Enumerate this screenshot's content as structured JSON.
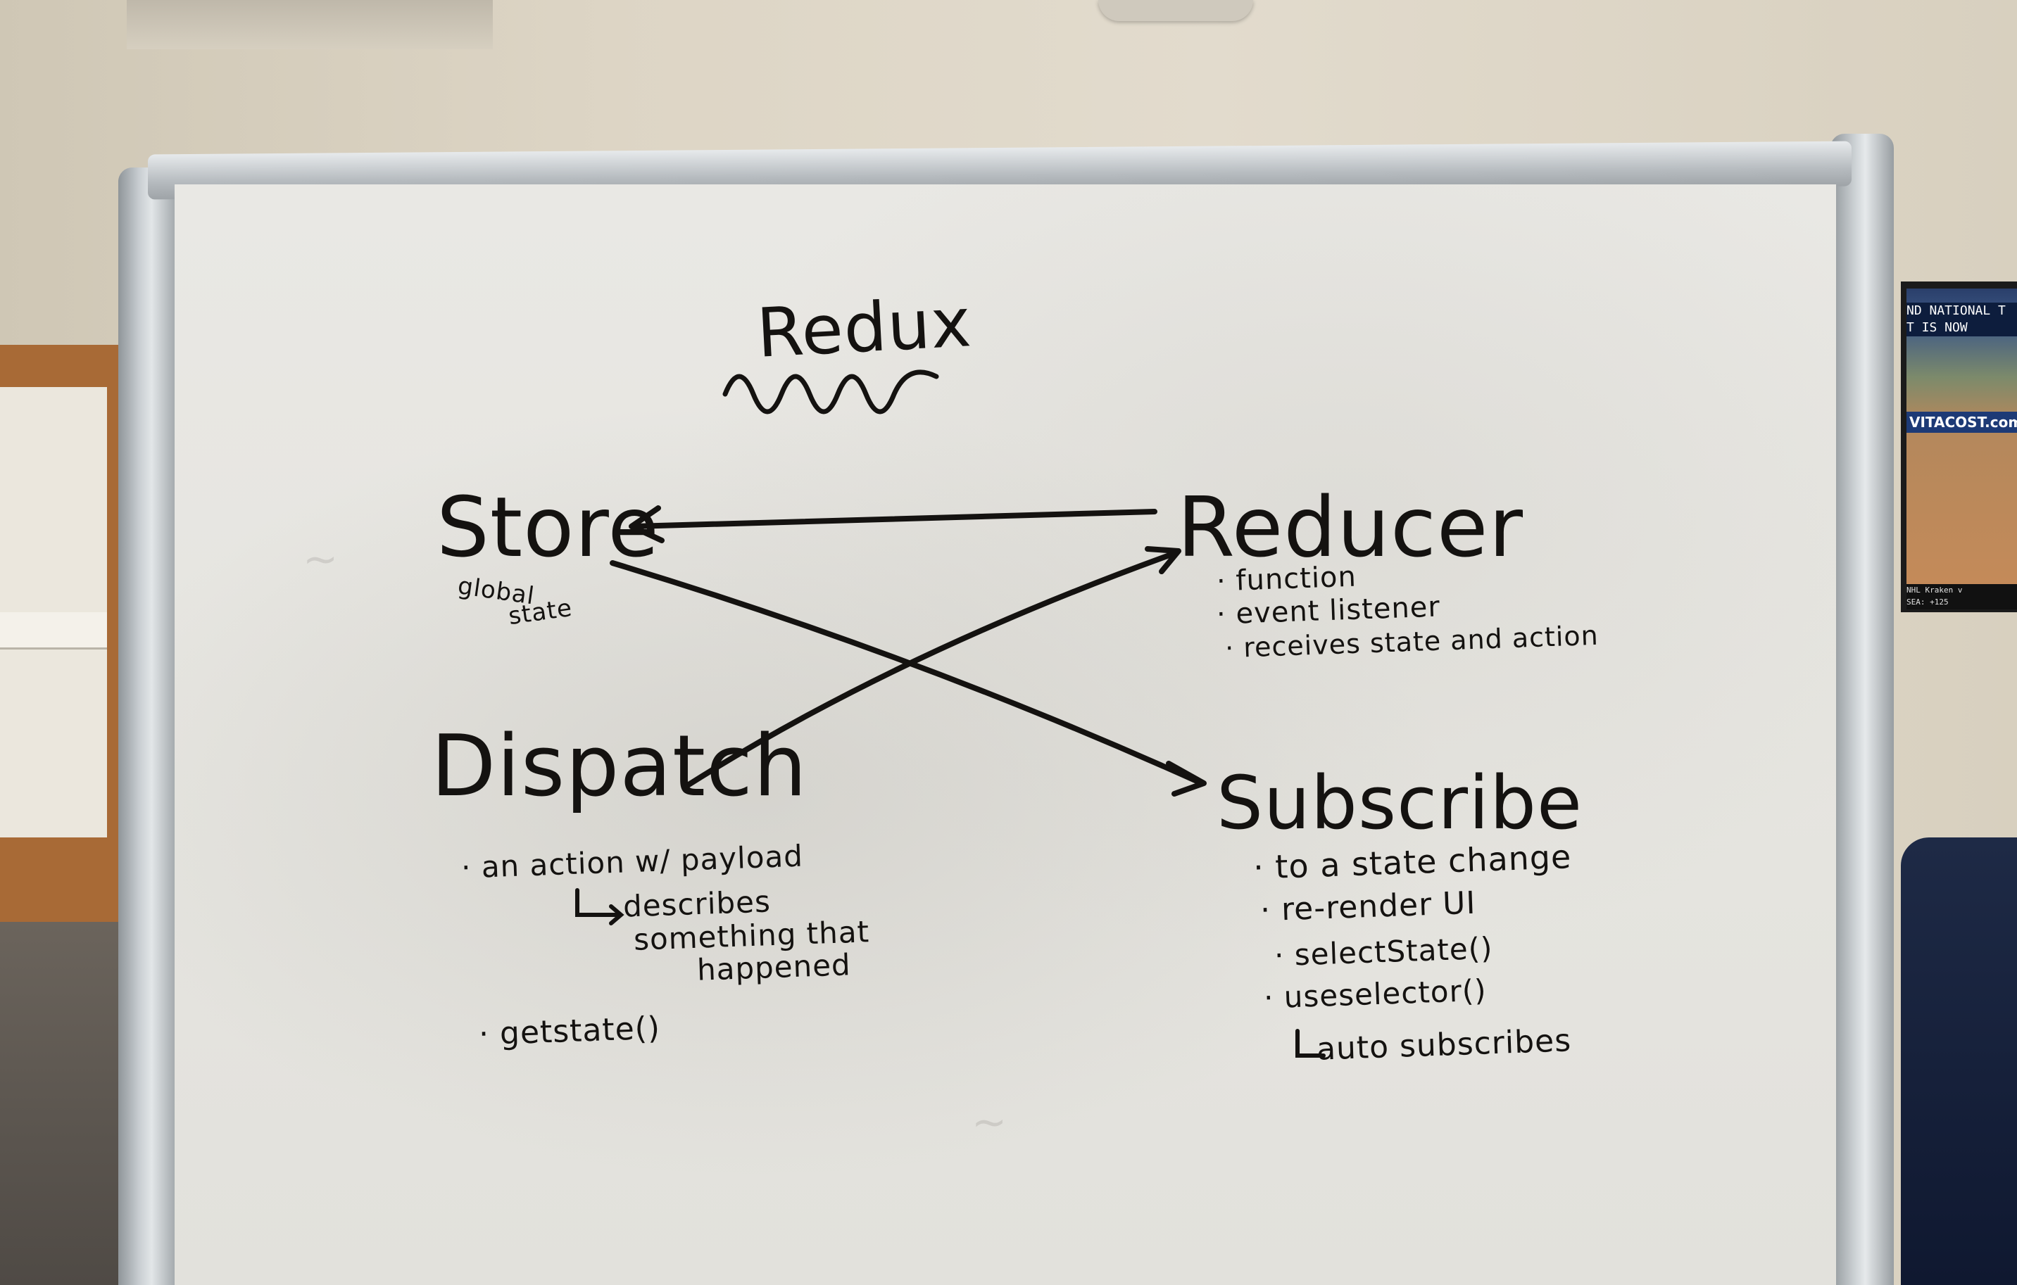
{
  "board": {
    "title": "Redux",
    "store": {
      "label": "Store",
      "notes": [
        "global",
        "state"
      ]
    },
    "reducer": {
      "label": "Reducer",
      "notes": [
        "function",
        "event listener",
        "receives state and action"
      ]
    },
    "dispatch": {
      "label": "Dispatch",
      "notes": [
        "an action w/ payload",
        "describes",
        "something that",
        "happened",
        "getstate()"
      ]
    },
    "subscribe": {
      "label": "Subscribe",
      "notes": [
        "to a state change",
        "re-render UI",
        "selectState()",
        "useselector()",
        "auto subscribes"
      ]
    }
  },
  "tv": {
    "ticker": [
      "ND NATIONAL T",
      "T IS NOW"
    ],
    "brand": "VITACOST.com",
    "bottom": [
      "NHL   Kraken v",
      "SEA: +125"
    ]
  },
  "colors": {
    "ink": "#141210",
    "board": "#e7e6e1",
    "frame": "#c4c9cd"
  }
}
